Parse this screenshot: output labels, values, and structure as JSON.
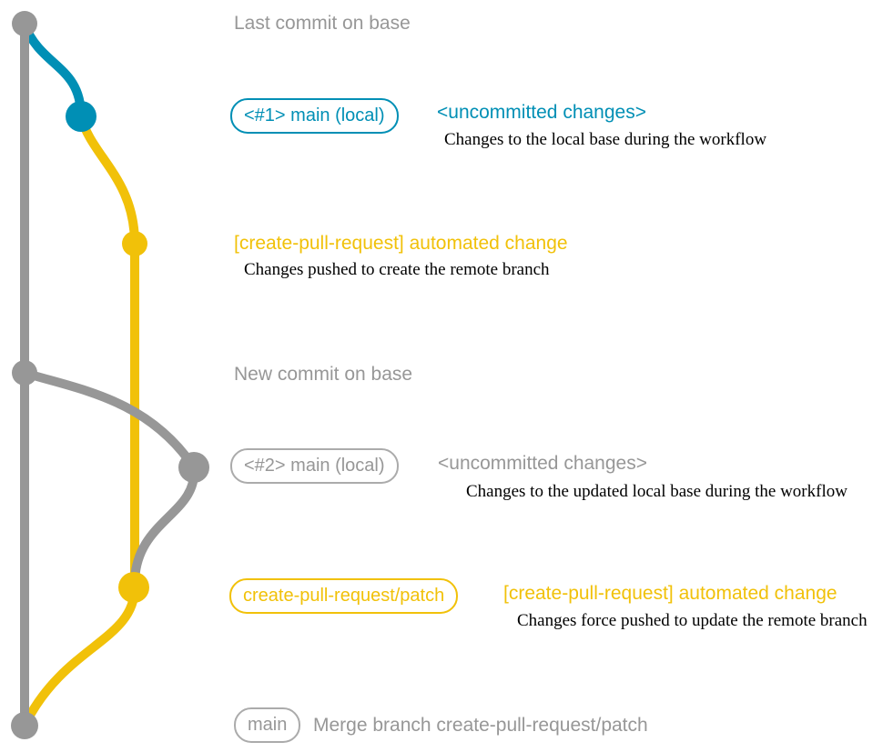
{
  "colors": {
    "gray": "#979797",
    "gray_border": "#ababab",
    "teal": "#008fb5",
    "yellow": "#f1c109",
    "ink": "#000000",
    "bg": "#ffffff"
  },
  "graph": {
    "type": "git-commit-graph",
    "branches": [
      {
        "id": "base",
        "color": "#979797",
        "commit_count": 3
      },
      {
        "id": "local-main",
        "color": "#008fb5",
        "commit_count": 2
      },
      {
        "id": "create-pull-request-patch",
        "color": "#f1c109",
        "commit_count": 2
      }
    ]
  },
  "sections": {
    "last_commit": {
      "label": "Last commit on base"
    },
    "uncommitted1": {
      "branch_tag": "<#1> main (local)",
      "commit_label": "<uncommitted changes>",
      "description": "Changes to the local base during the workflow"
    },
    "automated1": {
      "commit_label": "[create-pull-request] automated change",
      "description": "Changes pushed to create the remote branch"
    },
    "new_commit": {
      "label": "New commit on base"
    },
    "uncommitted2": {
      "branch_tag": "<#2> main (local)",
      "commit_label": "<uncommitted changes>",
      "description": "Changes to the updated local base during the workflow"
    },
    "automated2": {
      "branch_tag": "create-pull-request/patch",
      "commit_label": "[create-pull-request] automated change",
      "description": "Changes force pushed to update the remote branch"
    },
    "merge": {
      "branch_tag": "main",
      "commit_label": "Merge branch create-pull-request/patch"
    }
  }
}
